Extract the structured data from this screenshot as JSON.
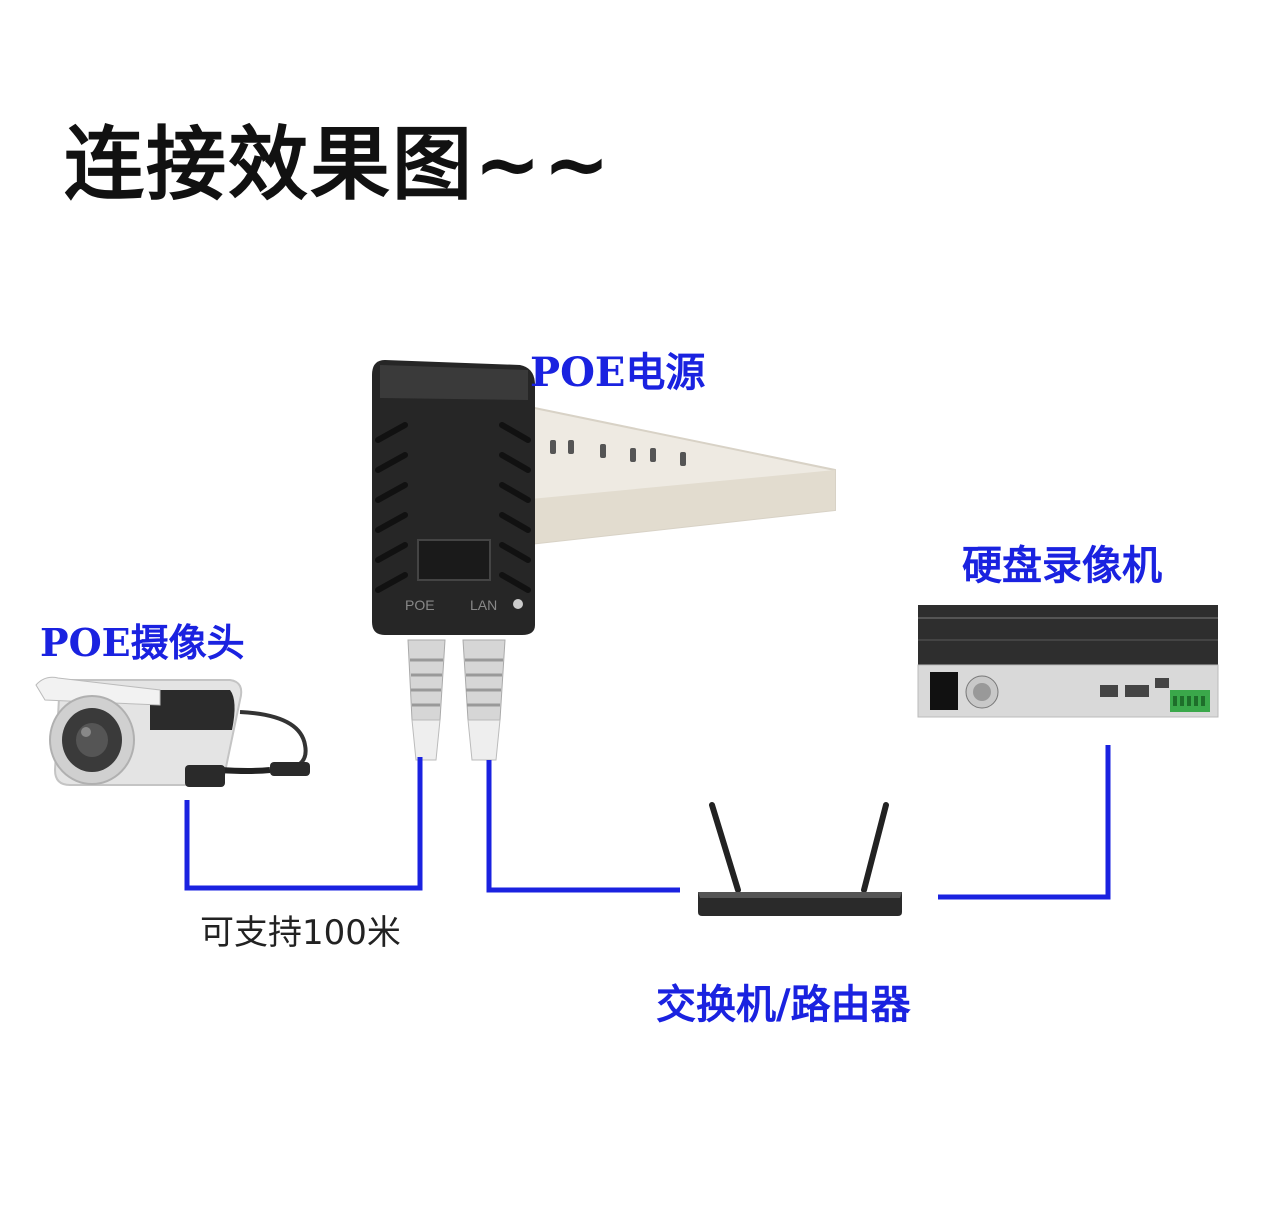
{
  "title": "连接效果图~~",
  "labels": {
    "poe_power": "POE电源",
    "nvr": "硬盘录像机",
    "camera": "POE摄像头",
    "switch_router": "交换机/路由器",
    "distance_note": "可支持100米"
  },
  "device_markings": {
    "adapter_port_poe": "POE",
    "adapter_port_lan": "LAN"
  },
  "colors": {
    "wire": "#1a22e0",
    "label": "#1a22e0",
    "title": "#111111"
  }
}
